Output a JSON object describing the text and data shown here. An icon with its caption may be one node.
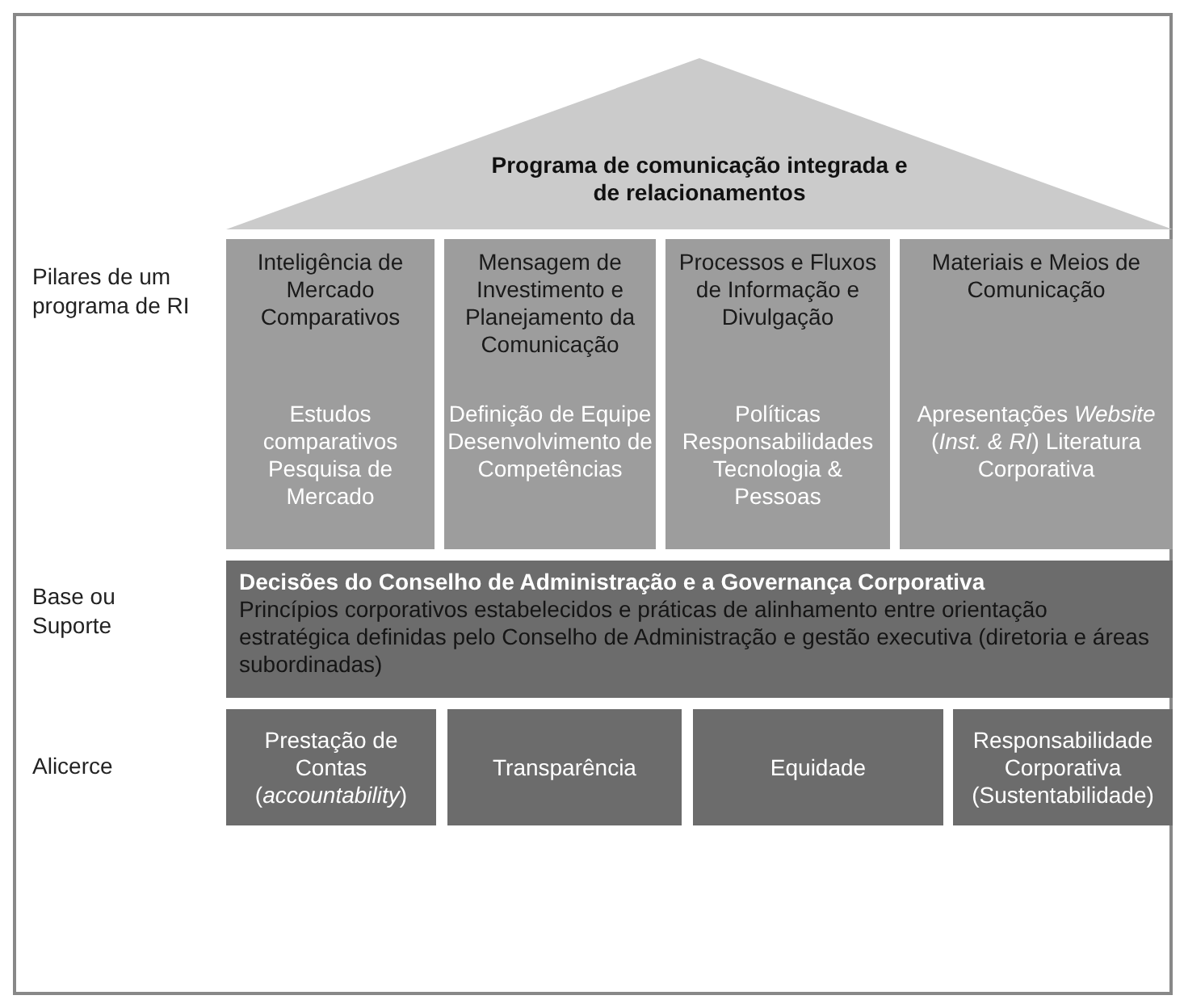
{
  "diagram": {
    "nodes": [
      {
        "text": [
          "Programa de comunicação integrada e de relacionamentos"
        ]
      },
      {
        "text": [
          "Inteligência de Mercado Comparativos",
          "Estudos comparativos Pesquisa de Mercado"
        ]
      },
      {
        "text": [
          "Mensagem de Investimento e Planejamento da Comunicação",
          "Definição de Equipe Desenvolvimento de Competências"
        ]
      },
      {
        "text": [
          "Processos e Fluxos de Informação e Divulgação",
          "Políticas Responsabilidades Tecnologia & Pessoas"
        ]
      },
      {
        "text": [
          "Materiais e Meios de Comunicação",
          "Apresentações *Website* (*Inst. & RI*) Literatura Corporativa"
        ]
      },
      {
        "text": [
          "Decisões do Conselho de Administração e a Governança Corporativa",
          "Princípios corporativos estabelecidos e práticas de alinhamento entre orientação estratégica definidas pelo Conselho de Administração e gestão executiva (diretoria e áreas subordinadas)"
        ]
      },
      {
        "text": [
          "Prestação de Contas (*accountability*)"
        ]
      },
      {
        "text": [
          "Transparência"
        ]
      },
      {
        "text": [
          "Equidade"
        ]
      },
      {
        "text": [
          "Responsabilidade Corporativa (Sustentabilidade)"
        ]
      }
    ],
    "edges": [],
    "labels": [
      "Pilares de um programa de RI",
      "Base ou Suporte",
      "Alicerce"
    ]
  }
}
